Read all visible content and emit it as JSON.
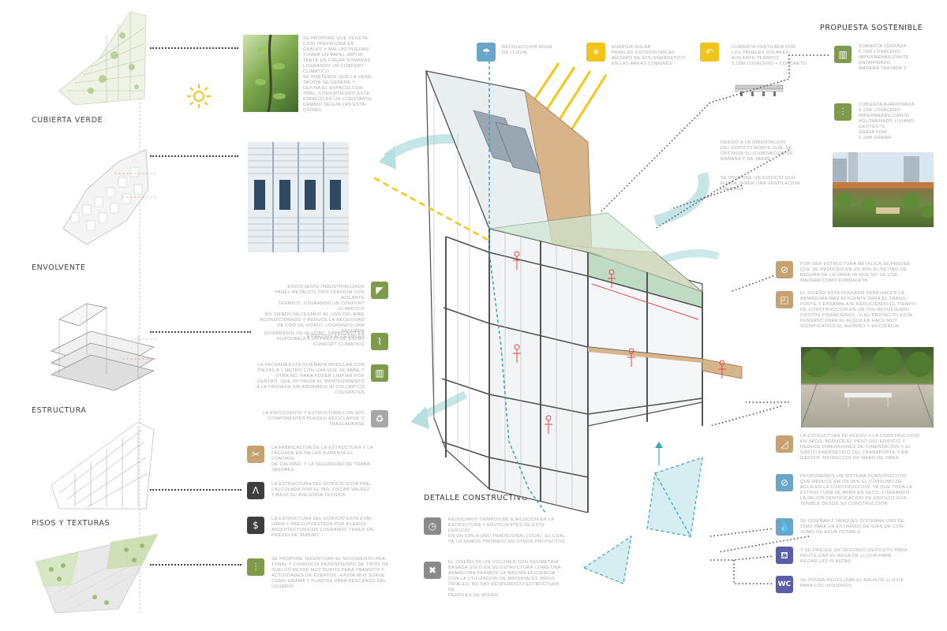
{
  "sections": {
    "cubierta_verde": "CUBIERTA VERDE",
    "envolvente": "ENVOLVENTE",
    "estructura": "ESTRUCTURA",
    "pisos_texturas": "PISOS Y TEXTURAS",
    "detalle_constructivo": "DETALLE CONSTRUCTIVO",
    "propuesta_sostenible": "PROPUESTA SOSTENIBLE"
  },
  "texts": {
    "vegetacion": "SE PROPONE QUE VEGETA-\nCION TREPADORA EN\nCABLES Y MALLAS PUEDAN\nTOMAR UN PAPEL IMPOR-\nTANTE EN CREAR SOMBRAS\nLOGRANDO UN CONFORT\nCLIMATICO.\nSE PRETENDE QUE LA VEGE-\nTACION SE GENERE Y\nDEFINA EL ESPACIO CEN-\nTRAL, CONVIRTIENDO ESTE\nESPACIO EN UN CONSTANTE\nCAMBIO SEGUN LAS ESTA-\nCIONES",
    "agua_lluvia": "RECOLECCION AGUA\nDE LLUVIA",
    "energia_solar": "ENERGIA SOLAR\nPANELES FOTOVOLTAICAS\nAHORRO DE 60% ENERGETICO\nEN LAS AREAS COMUNES",
    "cubierta_ventilada": "CUBIERTA VENTILADA POR\nLOS PANELES SOLARES\nAISLANTE TERMICO\n0.15M LOSACERO + CONCRETO",
    "orientacion": "DEBIDO A LA ORIENTACION\nDEL EDIFICIO NORTE-SUR, SE\nOPTIMIZA SU ILUMINACION DE\nMAÑANA Y DE TARDE",
    "ventilacion": "SE PROPONE UN EDIFICIO QUE\nPUEDA TENER UNA VENTILACION\nCRUZADA",
    "cubierta_terraza": "CUBIERTA TERRAZA\n0.15M LOSACERO\nIMPERMEABILIZANTE\nENTARIMADO\nMADERA TRATADA 1\"",
    "cubierta_ajardinada": "CUBIERTA AJARDINADA\n0.15M LOSACERO\nIMPERMEABILIZANTE\nAGLOMERADO LIVIANO\nGEOTEXTIL\nGRAVA FINA\n0.10M GRAMA",
    "envolvente_industrial": "ENVOLVENTE INDUSTRIALIZADA\nPANEL METALICO TIPO TERNIUM CON AISLANTE\nTERMICO, LOGRANDO UN CONFORT CLIMATICO\nNO SIENDO NECESARIO EL USO DEL AIRE\nACONDICIONADO Y REDUCE LA NECESIDAD\nDE USO DE VIDRIO, LOGRANDO UNA FACHADA\nA PRECIOS ACCESIBLES",
    "quiebrasol": "QUIEBRASOL DE ALUZINC, FABRICADO EN\nGUATEMALA A UN PRECIO DE $30/M2\nCONFORT CLIMATICO",
    "fachada_modular": "LA FACHADA ESTA DISEÑADA MODULAR CON\nPIEZAS A 1 METRO CON UNA QUE SE ABRE Y\nOTRA NO, PARA PODER LIMPIAR POR\nDENTRO, QUE OPTIMIZA EL MANTENIMIENTO\nA LA FACHADA SIN ANDAMIOS NI COLUMPIOS\nCOLGANTES",
    "reciclaje": "LA ENVOLVENTE Y ESTRUCTURA CON SUS\nCOMPONENTES PUEDEN RECICLARSE O\nTRASLADARSE",
    "fabricacion": "LA FABRICACION DE LA ESTRUCTURA Y LA\nFACHADA EN TALLER AUMENTA EL CONTROL\nDE CALIDAD, Y LA SEGURIDAD DE TRABA-\nJADORES",
    "precalculada": "LA ESTRUCTURA DEL EDIFICIO ESTA PRE-\nCALCULADA POR EL ING. OSCAR VALDEZ\nY BAJO SU ASESORIA TECNICA",
    "presupuesto": "LA ESTRUCTURA DEL EDIFICIO ESTA EVAL-\nUADA Y PRESUPUESTADA POR ACEROS\nARQUITECTONICOS LOGRANDO TENER UN\nPRECIO DE $180/M2",
    "pisos": "SE PROPONE INCENTIVAR EL MOVIMIENTO PEA-\nTONAL Y CONDUCIR DEPENDIENDO DE TIPOS DE\nSUELOS DESDE MUY DUROS PARA TRANSITO Y\nACTIVIDADES DE EVENTOS, HASTA MUY SUAVE\nCOMO GRAMA Y PLANTAS PARA DESCANSO DEL\nUSUARIO.",
    "tiempos": "REDUCIMOS TIEMPOS DE EJECUCION EN LA\nESTRUCTURA Y ENVOLVENTES DE ESTE EDIFICIO\nEN UN 63% A UNO TRADICIONAL LOCAL. EL CUAL\nYA LO HEMOS PROBADO EN OTROS PROYECTOS",
    "geometria": "EL DISEÑO DE UN VOLUMEN CON GEOMETRIA\nBASADA SOLO EN SU ESTRUCTURA COMO UNA\nARMADURA PERMITE LA MAXIMA EFICIENCIA\nCON LA UTILIZACION DE MATERIALES INDUS-\nTRIALES, NO HAY DESPERDICIO ESTRUCTURA DE\nPERFILES DE ACERO",
    "estructura_metalica": "POR SER ESTRUCTURA METALICA SE PREVEE\nQUE SE REDUCEN EN UN 90% EL RETIRO DE\nBASURA DE LA OBRA YA QUE NO SE USA\nMADERA COMO FORMALETA",
    "armadura": "EL DISEÑO ESTA PENSADO PARA HACER LA\nARMADURA MAS EFICIENTE PARA EL TRANS-\nPORTE Y ENSAMBLAJE REDUCIENDO EL TIEMPO\nDE CONSTRUCCION EN UN 70% REDUCIENDO\nCOSTOS FINANCIEROS. SI EL PROYECTO ESTA\nPENSADO PARA EL ALQUILER HACE MUY\nSIGNIFICATIVO EL AHORRO Y EFICIENCIA",
    "acero_seco": "LA ESTRUCTURA DE ACERO Y LA CONSTRUCCION\nEN SECO, REDUCE EL PESO DEL EDIFICIO Y\nREDUCE DIMENSIONES DE CIMENTACION Y EL\nGASTO ENERGETICO DEL TRANSPORTE Y EN\nGASTOS INDIRECTOS DE MANO DE OBRA",
    "sistema_constructivo": "PROPONEMOS UN SISTEMA CONSTRUCTIVO\nQUE REDUCE EN UN 95% EL CONSUMO DE\nAGUA EN LA CONSTRUCCION, YA QUE TODA LA\nESTRUCTURA SE ARMA EN SECO, LOGRANDO\nLA MEJOR CERTIFICACION DE EDIFICIO SOS-\nTENIBLE DESDE SU CONSTRUCCION",
    "tanques": "SE DISEÑAN 2 TANQUES CISTERNA UNO DE\n25M3 PARA UN ESTIMADO DE DIAS DE CON-\nSUMO DE AGUA POTABLE",
    "deposito": "Y SE PREVEE UN SEGUNDO DEPOSITO PARA\nREUTILIZAR EL AGUA DE LLUVIA PARA\nREGAR LAS PLANTAS",
    "reutilizar": "SE PODRA REUTILIZAR EL AGUA DE LLUVIA\nPARA LOS INODOROS"
  },
  "icons": {
    "wc_label": "WC",
    "dollar_label": "$"
  },
  "colors": {
    "green": "#7e9a4b",
    "tan": "#c6a271",
    "water_blue": "#3aa7b8",
    "sun_yellow": "#f5c518",
    "purple": "#5a5ea8"
  }
}
